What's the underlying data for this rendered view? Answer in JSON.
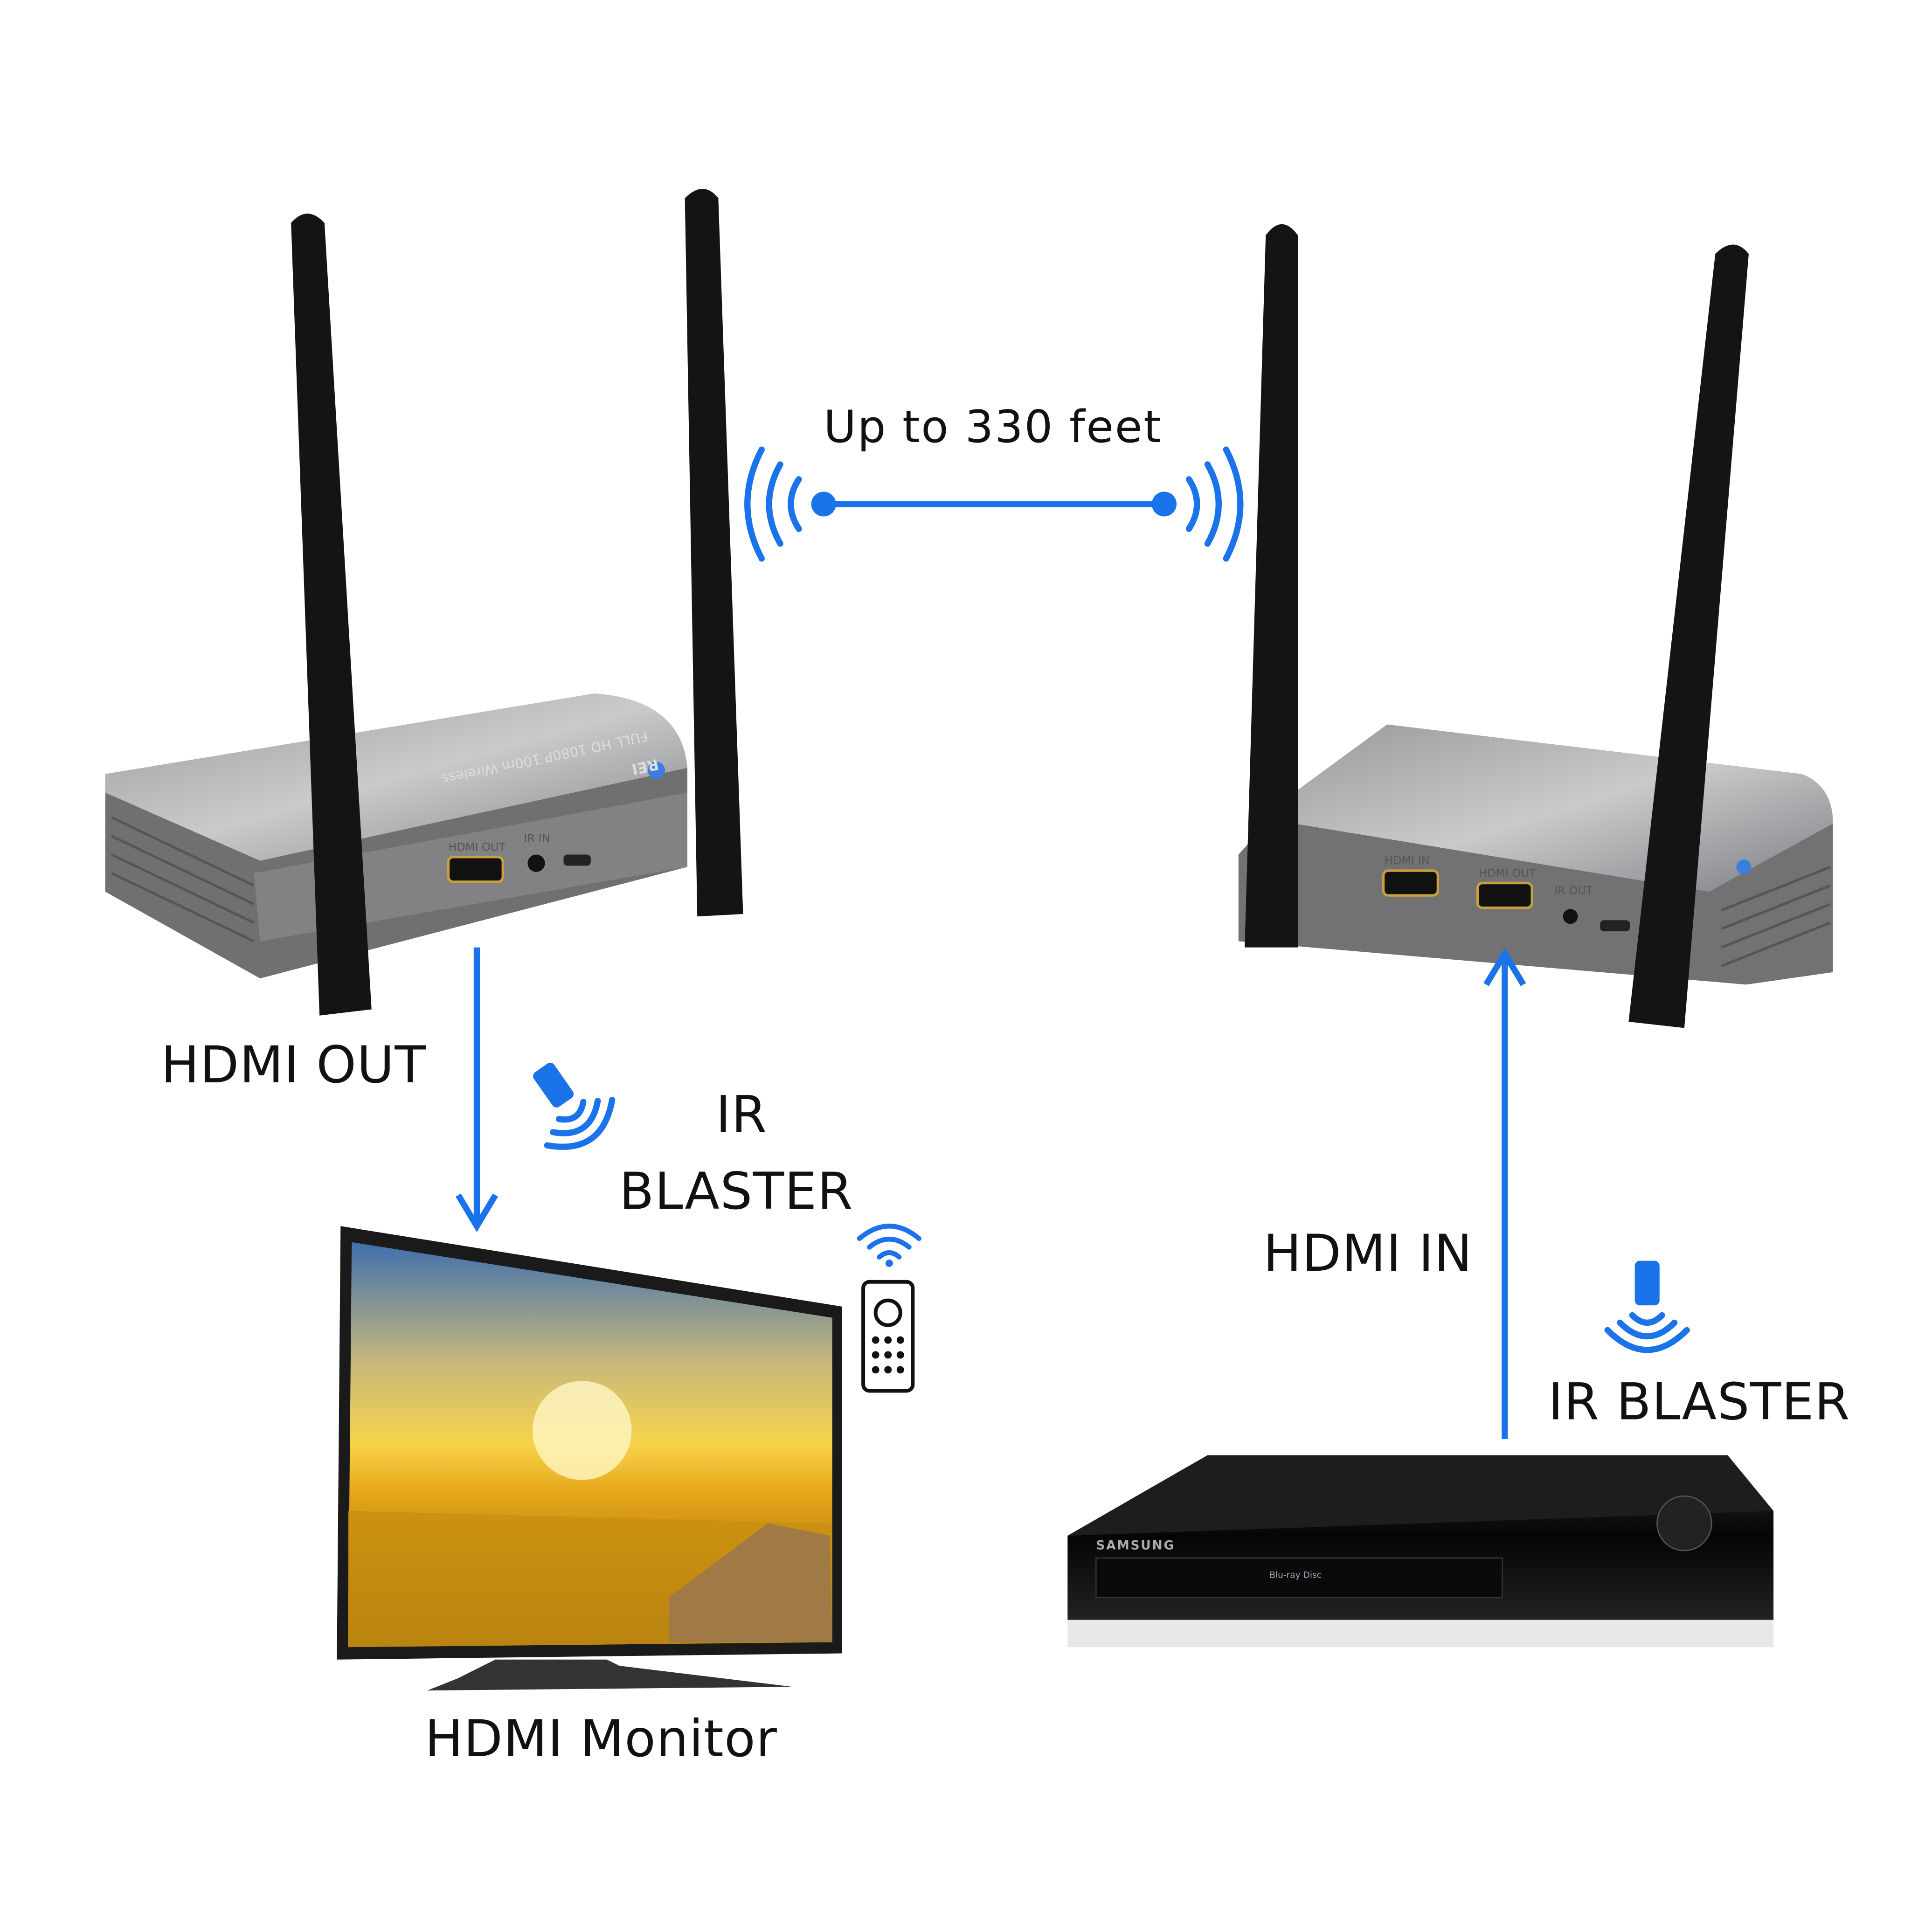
{
  "link": {
    "distance_label": "Up to 330 feet"
  },
  "receiver": {
    "brand": "REI",
    "top_text": "FULL HD 1080P 100m Wireless",
    "ports": [
      "HDMI OUT",
      "IR IN"
    ],
    "output_label": "HDMI OUT",
    "ir_label_line1": "IR",
    "ir_label_line2": "BLASTER"
  },
  "transmitter": {
    "ports": [
      "HDMI IN",
      "HDMI OUT",
      "IR OUT"
    ],
    "input_label": "HDMI IN",
    "ir_label": "IR BLASTER"
  },
  "monitor": {
    "label": "HDMI Monitor"
  },
  "player": {
    "brand": "SAMSUNG",
    "disc_logo": "Blu-ray Disc"
  },
  "colors": {
    "accent": "#1a73e8",
    "device": "#6e6e70",
    "antenna": "#151515"
  }
}
